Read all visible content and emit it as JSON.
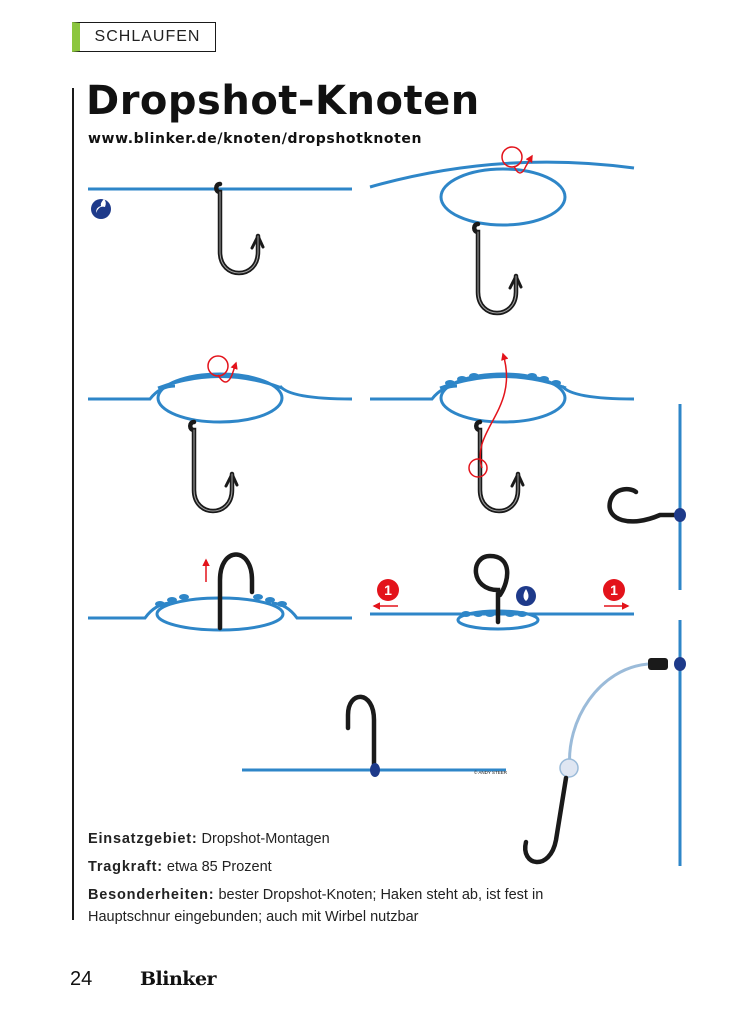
{
  "section": "SCHLAUFEN",
  "title": "Dropshot-Knoten",
  "url": "www.blinker.de/knoten/dropshotknoten",
  "step_markers": {
    "pull_left": "1",
    "pull_right": "1"
  },
  "credit": "© ANDY STEER",
  "colors": {
    "line": "#2e86c8",
    "accent_green": "#8cc63f",
    "marker_red": "#e3131b",
    "icon_navy": "#1e3a8a",
    "hook": "#1a1a1a"
  },
  "icons": {
    "start": "rabbit-icon",
    "moisten": "water-drop-icon"
  },
  "info": {
    "einsatz_label": "Einsatzgebiet:",
    "einsatz_value": "Dropshot-Montagen",
    "tragkraft_label": "Tragkraft:",
    "tragkraft_value": "etwa 85 Prozent",
    "besonder_label": "Besonderheiten:",
    "besonder_value": "bester Dropshot-Knoten; Haken steht ab, ist fest in Hauptschnur eingebunden; auch mit Wirbel nutzbar"
  },
  "footer": {
    "page": "24",
    "brand": "Blinker"
  }
}
